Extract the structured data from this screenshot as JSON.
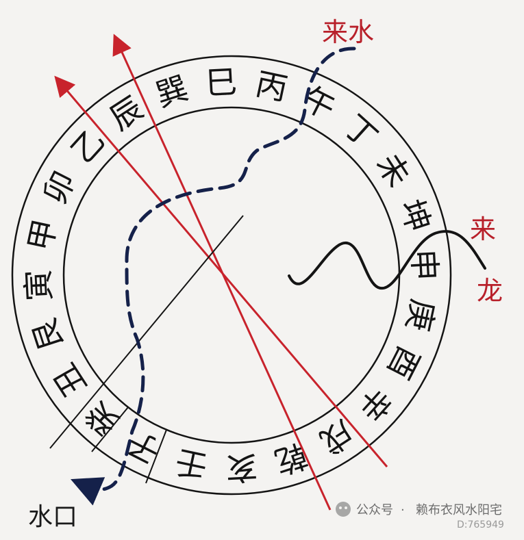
{
  "ring": {
    "characters": [
      "丙",
      "午",
      "丁",
      "未",
      "坤",
      "申",
      "庚",
      "酉",
      "辛",
      "戌",
      "乾",
      "亥",
      "壬",
      "子",
      "癸",
      "丑",
      "艮",
      "寅",
      "甲",
      "卯",
      "乙",
      "辰",
      "巽",
      "巳"
    ]
  },
  "labels": {
    "incoming_water": "来水",
    "incoming_dragon_top": "来",
    "incoming_dragon_bottom": "龙",
    "water_exit": "水口"
  },
  "watermark": {
    "platform": "公众号",
    "separator": "·",
    "account": "赖布衣风水阳宅",
    "id": "D:765949"
  },
  "colors": {
    "red": "#c8232c",
    "navy": "#15214a",
    "ink": "#141414"
  }
}
